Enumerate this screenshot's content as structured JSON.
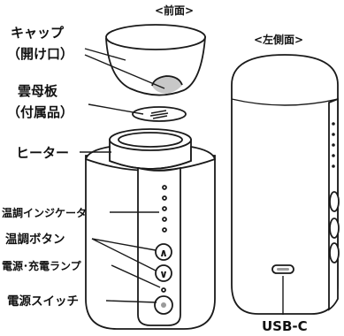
{
  "views": {
    "front": "<前面>",
    "left_side": "<左側面>"
  },
  "labels": {
    "cap_line1": "キャップ",
    "cap_line2": "（開け口）",
    "mica_line1": "雲母板",
    "mica_line2": "（付属品）",
    "heater": "ヒーター",
    "temp_indicator": "温調インジケータ",
    "temp_button": "温調ボタン",
    "power_lamp": "電源･充電ランプ",
    "power_switch": "電源スイッチ",
    "usb": "USB-C"
  },
  "buttons": {
    "up": "∧",
    "down": "∨"
  }
}
